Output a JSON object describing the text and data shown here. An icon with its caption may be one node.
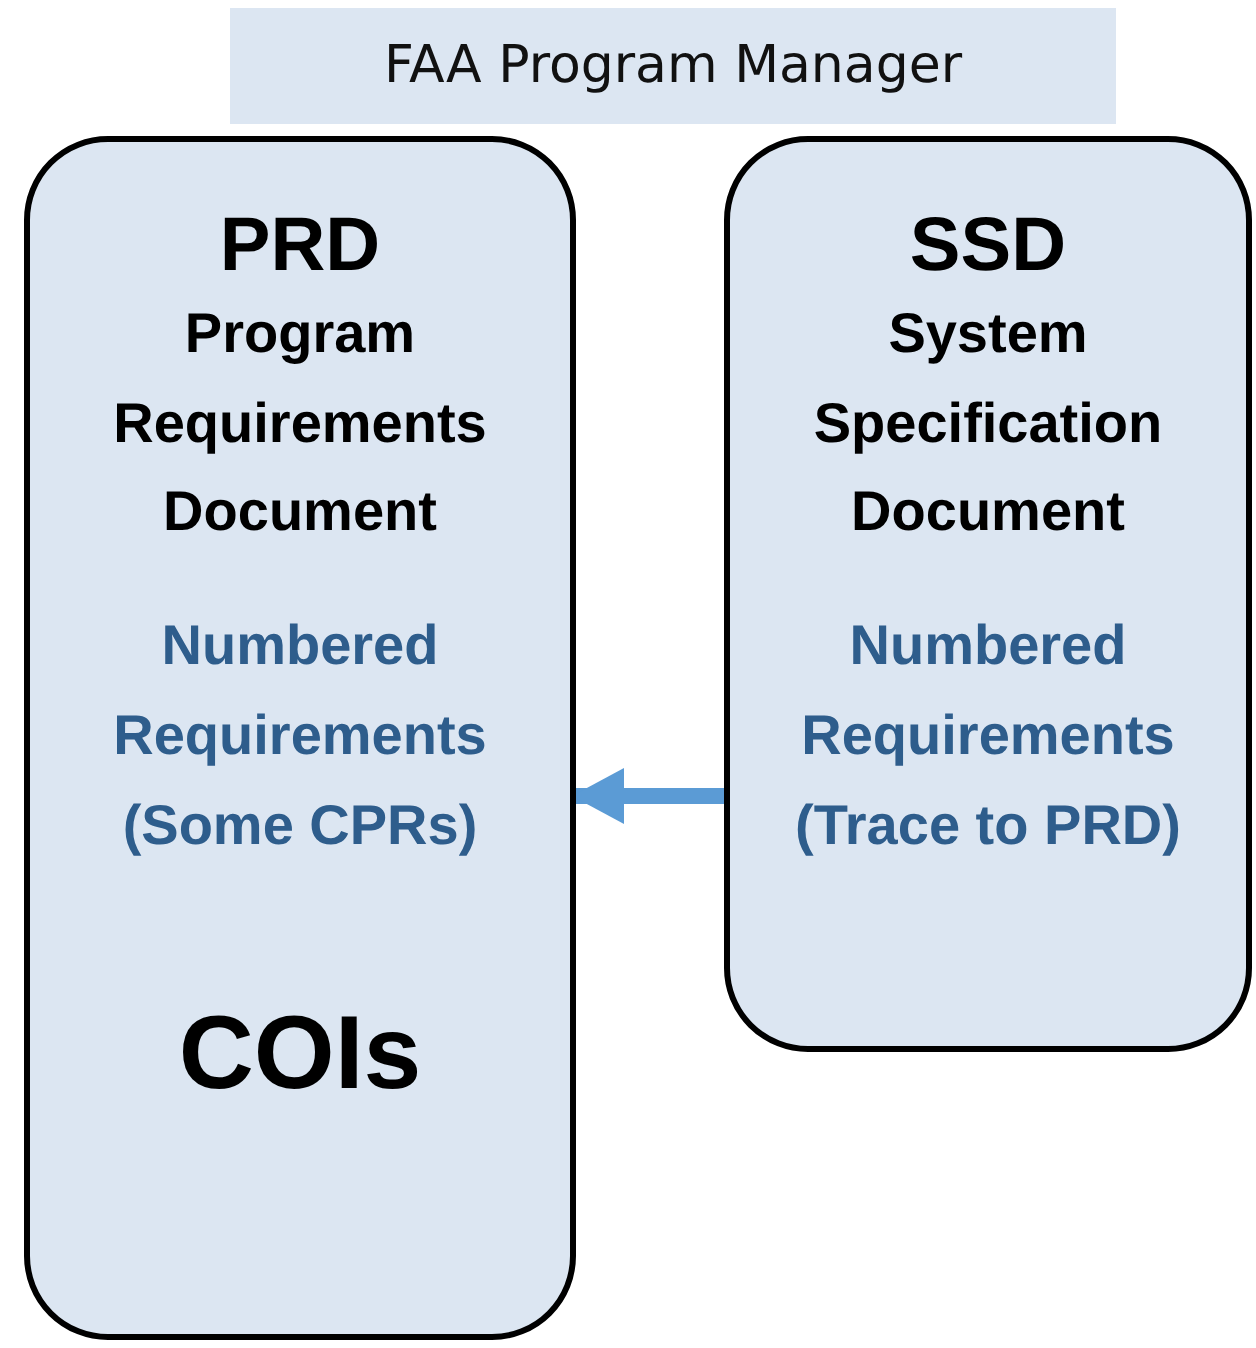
{
  "diagram": {
    "nodes": [
      {
        "text": [
          "FAA Program Manager"
        ]
      },
      {
        "text": [
          "PRD",
          "Program Requirements Document",
          "Numbered Requirements (Some CPRs)",
          "COIs"
        ]
      },
      {
        "text": [
          "SSD",
          "System Specification Document",
          "Numbered Requirements (Trace to PRD)"
        ]
      }
    ],
    "edges": [
      {
        "from": 2,
        "to": 1,
        "arrow": "to",
        "color": "#5b9bd5"
      }
    ]
  }
}
